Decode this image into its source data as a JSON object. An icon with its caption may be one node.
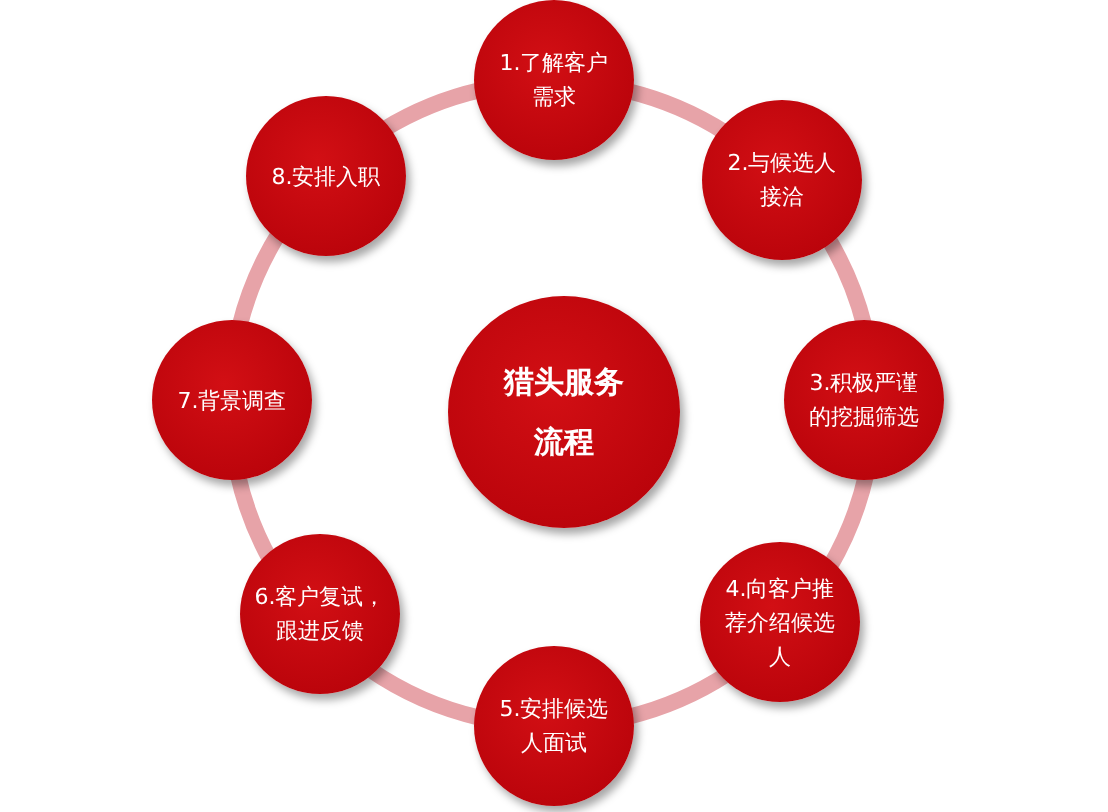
{
  "diagram": {
    "nodes": [
      {
        "text": [
          "猎头服务流程"
        ]
      },
      {
        "text": [
          "1.了解客户需求"
        ]
      },
      {
        "text": [
          "2.与候选人接洽"
        ]
      },
      {
        "text": [
          "3.积极严谨的挖掘筛选"
        ]
      },
      {
        "text": [
          "4.向客户推荐介绍候选人"
        ]
      },
      {
        "text": [
          "5.安排候选人面试"
        ]
      },
      {
        "text": [
          "6.客户复试，跟进反馈"
        ]
      },
      {
        "text": [
          "7.背景调查"
        ]
      },
      {
        "text": [
          "8.安排入职"
        ]
      }
    ],
    "edges": [
      {
        "from": 1,
        "to": 2,
        "arrow": "none"
      },
      {
        "from": 2,
        "to": 3,
        "arrow": "none"
      },
      {
        "from": 3,
        "to": 4,
        "arrow": "none"
      },
      {
        "from": 4,
        "to": 5,
        "arrow": "none"
      },
      {
        "from": 5,
        "to": 6,
        "arrow": "none"
      },
      {
        "from": 6,
        "to": 7,
        "arrow": "none"
      },
      {
        "from": 7,
        "to": 8,
        "arrow": "none"
      },
      {
        "from": 8,
        "to": 1,
        "arrow": "none"
      }
    ]
  }
}
